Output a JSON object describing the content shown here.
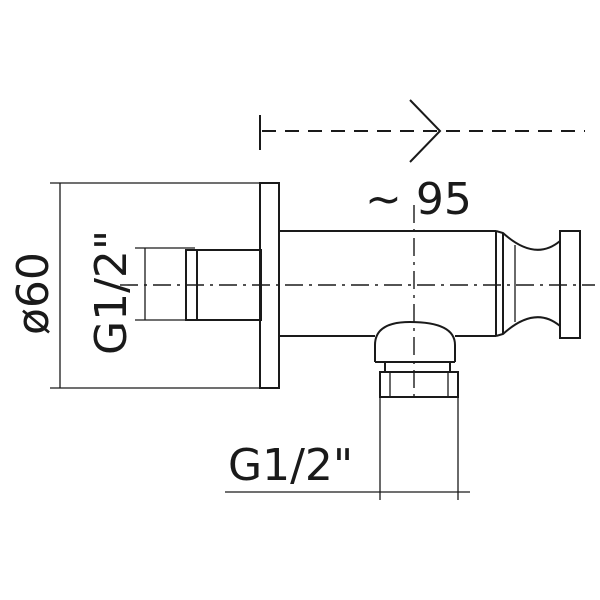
{
  "dimensions": {
    "projection_label": "~ 95",
    "flange_diameter_label": "ø60",
    "inlet_thread_label": "G1/2\"",
    "outlet_thread_label": "G1/2\""
  }
}
